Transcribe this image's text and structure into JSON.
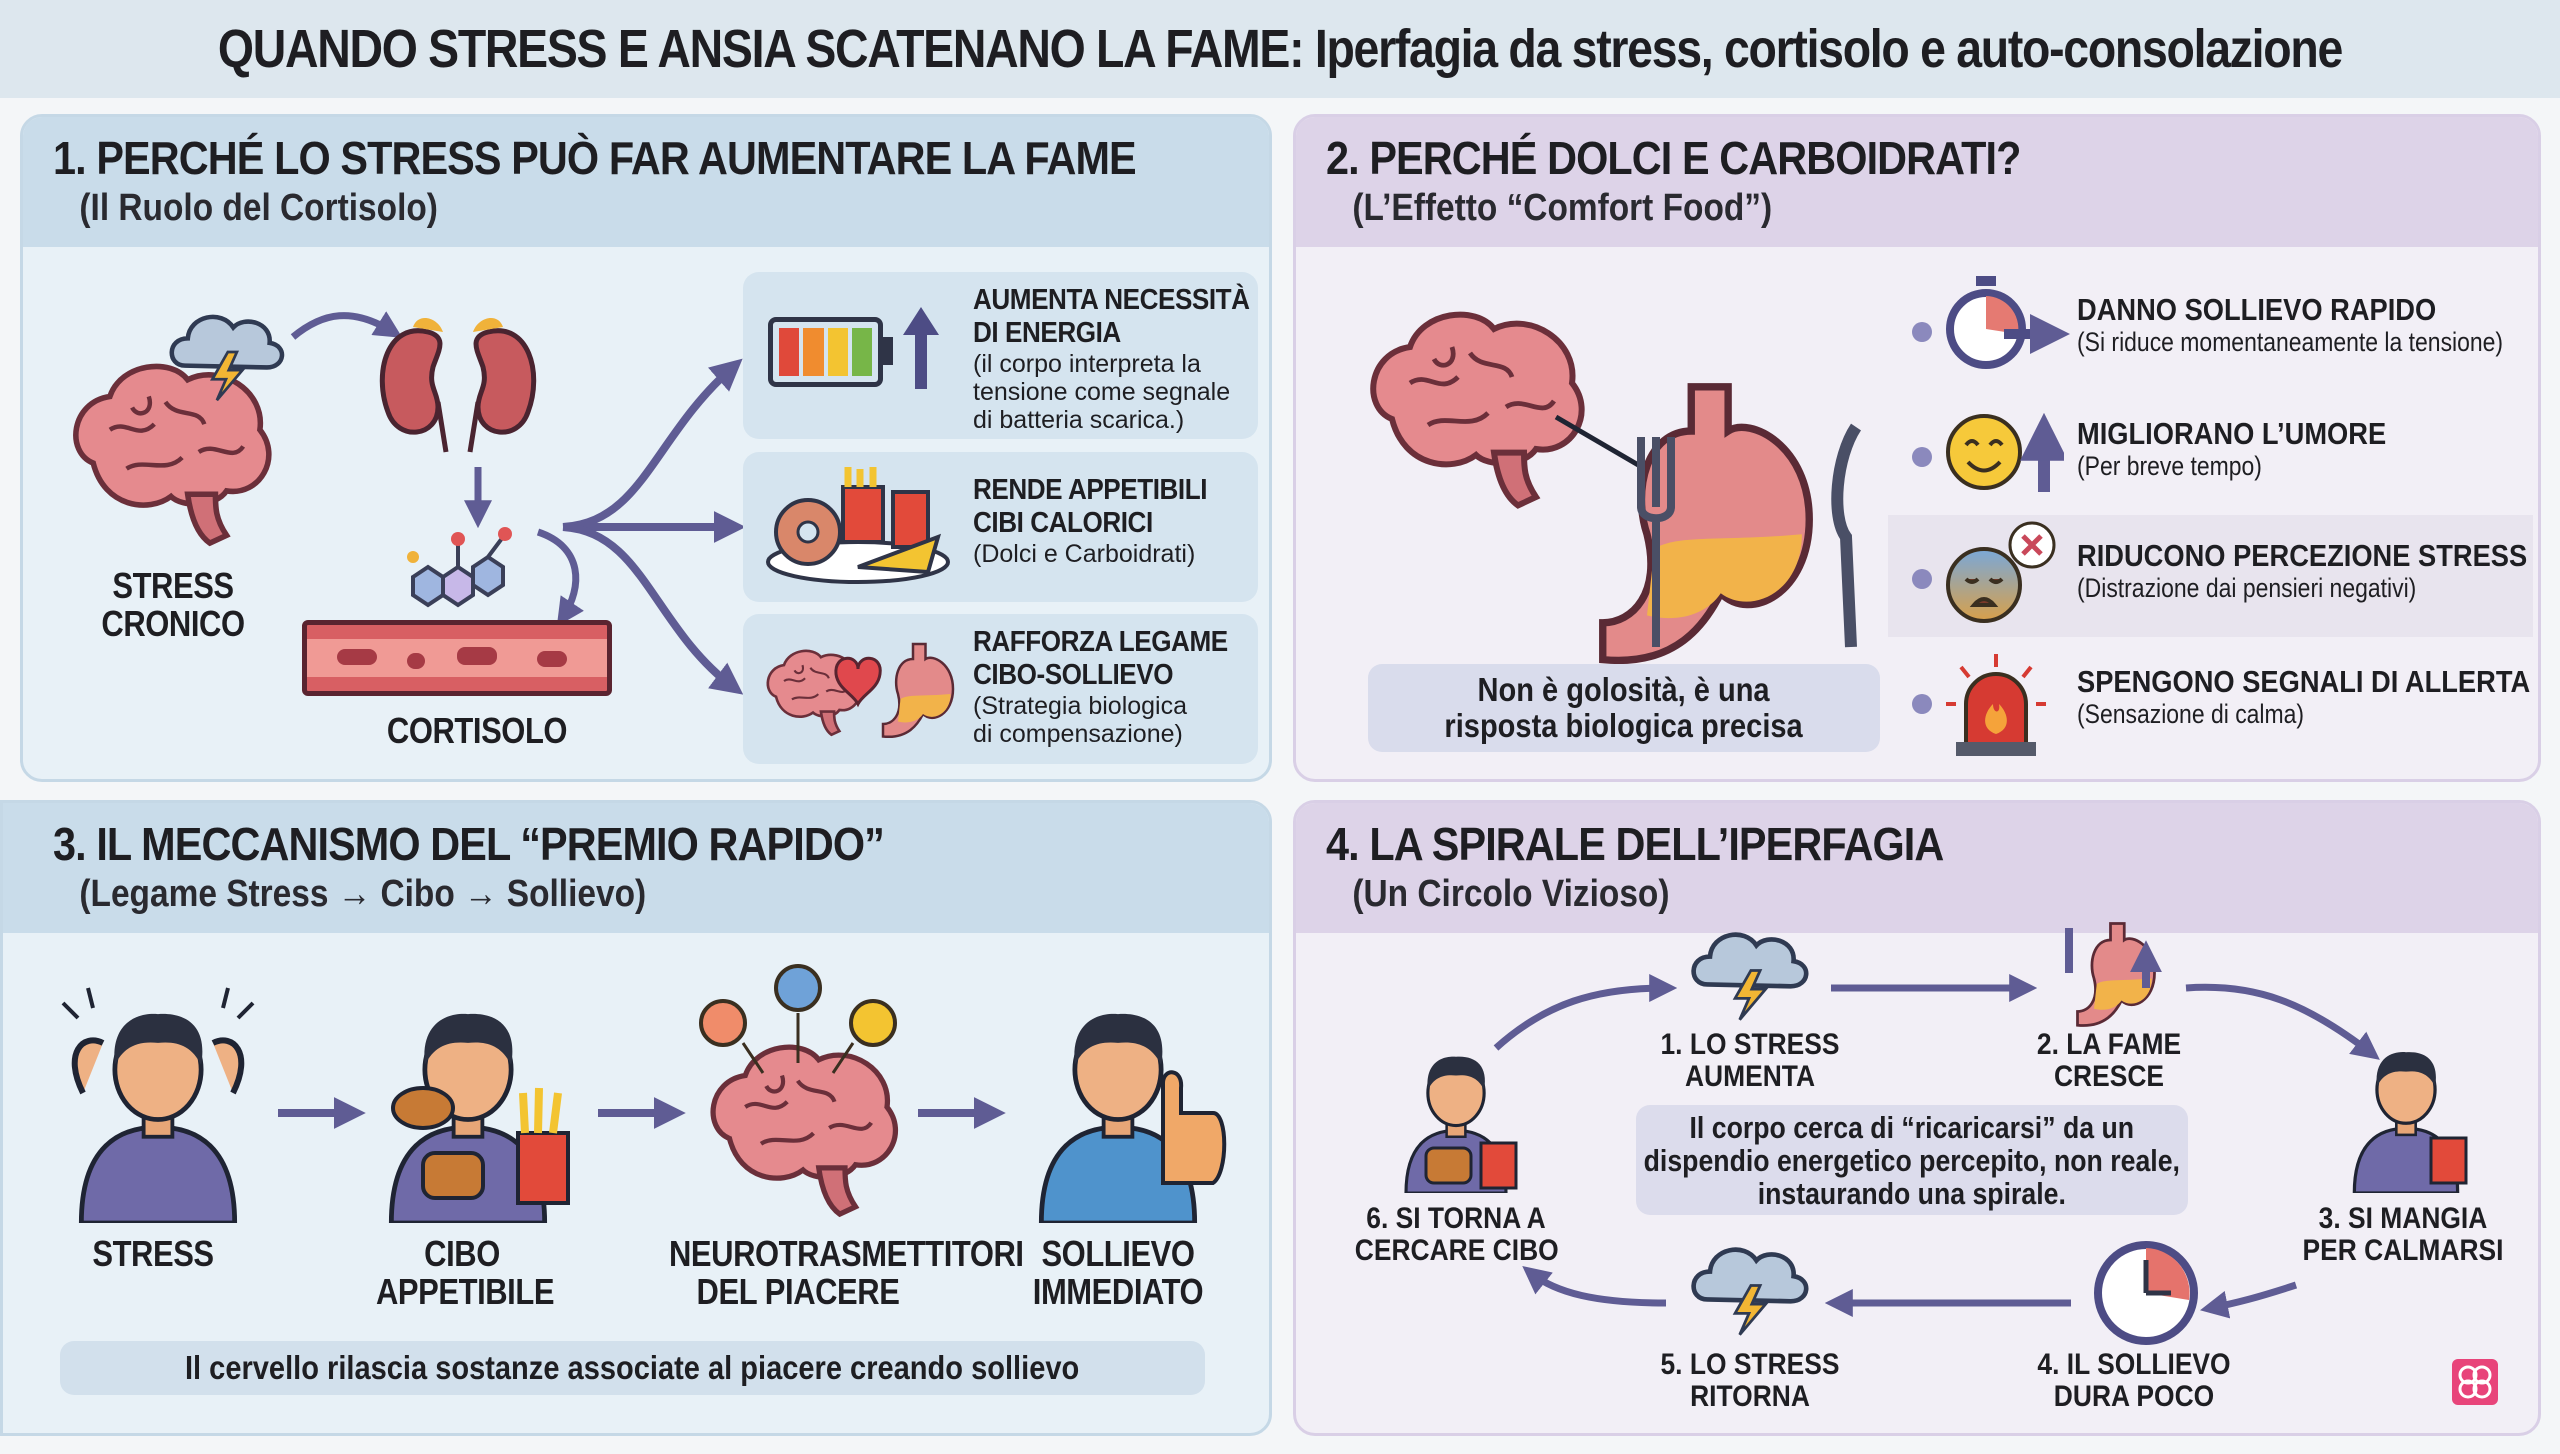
{
  "title": "QUANDO STRESS E ANSIA SCATENANO LA FAME: Iperfagia da stress, cortisolo e auto-consolazione",
  "colors": {
    "blue_panel": "#c9dcea",
    "purple_panel": "#ddd3e8",
    "arrow": "#5f5c94",
    "accent": "#e8447a"
  },
  "panel1": {
    "title": "1. PERCHÉ LO STRESS PUÒ FAR AUMENTARE LA FAME",
    "subtitle": "(Il Ruolo del Cortisolo)",
    "stress_label": [
      "STRESS",
      "CRONICO"
    ],
    "cortisol_label": "CORTISOLO",
    "cards": [
      {
        "title": [
          "AUMENTA NECESSITÀ",
          "DI ENERGIA"
        ],
        "sub": [
          "(il corpo interpreta la",
          "tensione come segnale",
          "di batteria scarica.)"
        ],
        "icon": "battery-icon"
      },
      {
        "title": [
          "RENDE APPETIBILI",
          "CIBI CALORICI"
        ],
        "sub": [
          "(Dolci e Carboidrati)"
        ],
        "icon": "junk-food-icon"
      },
      {
        "title": [
          "RAFFORZA LEGAME",
          "CIBO-SOLLIEVO"
        ],
        "sub": [
          "(Strategia biologica",
          "di compensazione)"
        ],
        "icon": "brain-heart-stomach-icon"
      }
    ]
  },
  "panel2": {
    "title": "2. PERCHÉ DOLCI E CARBOIDRATI?",
    "subtitle": "(L’Effetto “Comfort Food”)",
    "note": [
      "Non è golosità, è una",
      "risposta biologica precisa"
    ],
    "items": [
      {
        "title": "DANNO SOLLIEVO RAPIDO",
        "sub": "(Si riduce momentaneamente la tensione)",
        "icon": "stopwatch-icon"
      },
      {
        "title": "MIGLIORANO L’UMORE",
        "sub": "(Per breve tempo)",
        "icon": "smiley-icon"
      },
      {
        "title": "RIDUCONO PERCEZIONE STRESS",
        "sub": "(Distrazione dai pensieri negativi)",
        "icon": "stressed-face-icon"
      },
      {
        "title": "SPENGONO SEGNALI DI ALLERTA",
        "sub": "(Sensazione di calma)",
        "icon": "alarm-siren-icon"
      }
    ]
  },
  "panel3": {
    "title": "3. IL MECCANISMO DEL “PREMIO RAPIDO”",
    "subtitle": "(Legame Stress → Cibo → Sollievo)",
    "steps": [
      {
        "label": [
          "STRESS"
        ]
      },
      {
        "label": [
          "CIBO",
          "APPETIBILE"
        ]
      },
      {
        "label": [
          "NEUROTRASMETTITORI",
          "DEL PIACERE"
        ]
      },
      {
        "label": [
          "SOLLIEVO",
          "IMMEDIATO"
        ]
      }
    ],
    "note": "Il cervello rilascia sostanze associate al piacere creando sollievo"
  },
  "panel4": {
    "title": "4. LA SPIRALE DELL’IPERFAGIA",
    "subtitle": "(Un Circolo Vizioso)",
    "steps": [
      {
        "label": [
          "1. LO STRESS",
          "AUMENTA"
        ]
      },
      {
        "label": [
          "2. LA FAME",
          "CRESCE"
        ]
      },
      {
        "label": [
          "3. SI MANGIA",
          "PER CALMARSI"
        ]
      },
      {
        "label": [
          "4. IL SOLLIEVO",
          "DURA POCO"
        ]
      },
      {
        "label": [
          "5. LO STRESS",
          "RITORNA"
        ]
      },
      {
        "label": [
          "6. SI TORNA A",
          "CERCARE CIBO"
        ]
      }
    ],
    "note": [
      "Il corpo cerca di “ricaricarsi” da un",
      "dispendio energetico percepito, non reale,",
      "instaurando una spirale."
    ]
  }
}
